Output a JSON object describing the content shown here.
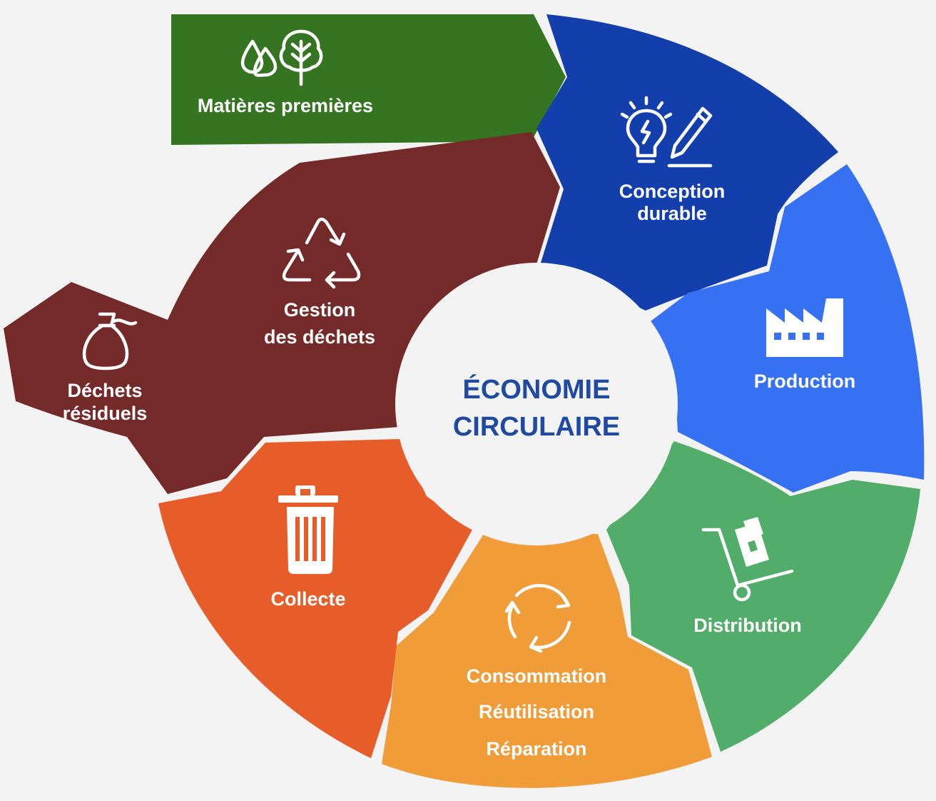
{
  "center": {
    "line1": "ÉCONOMIE",
    "line2": "CIRCULAIRE"
  },
  "segments": {
    "raw_materials": {
      "label": "Matières premières",
      "color": "#357522",
      "icons": [
        "water-drops-icon",
        "tree-icon"
      ]
    },
    "design": {
      "label_line1": "Conception",
      "label_line2": "durable",
      "color": "#133fac",
      "icons": [
        "lightbulb-icon",
        "pencil-icon"
      ]
    },
    "production": {
      "label": "Production",
      "color": "#3571f2",
      "icons": [
        "factory-icon"
      ]
    },
    "distribution": {
      "label": "Distribution",
      "color": "#52ad6a",
      "icons": [
        "hand-truck-icon"
      ]
    },
    "consumption": {
      "label_line1": "Consommation",
      "label_line2": "Réutilisation",
      "label_line3": "Réparation",
      "color": "#f09c38",
      "icons": [
        "cycle-arrows-icon"
      ]
    },
    "collection": {
      "label": "Collecte",
      "color": "#e75d2a",
      "icons": [
        "trash-can-icon"
      ]
    },
    "waste_management": {
      "label_line1": "Gestion",
      "label_line2": "des déchets",
      "color": "#742a28",
      "icons": [
        "recycle-icon"
      ]
    },
    "residual_waste": {
      "label_line1": "Déchets",
      "label_line2": "résiduels",
      "color": "#742a28",
      "icons": [
        "garbage-bag-icon"
      ]
    }
  }
}
